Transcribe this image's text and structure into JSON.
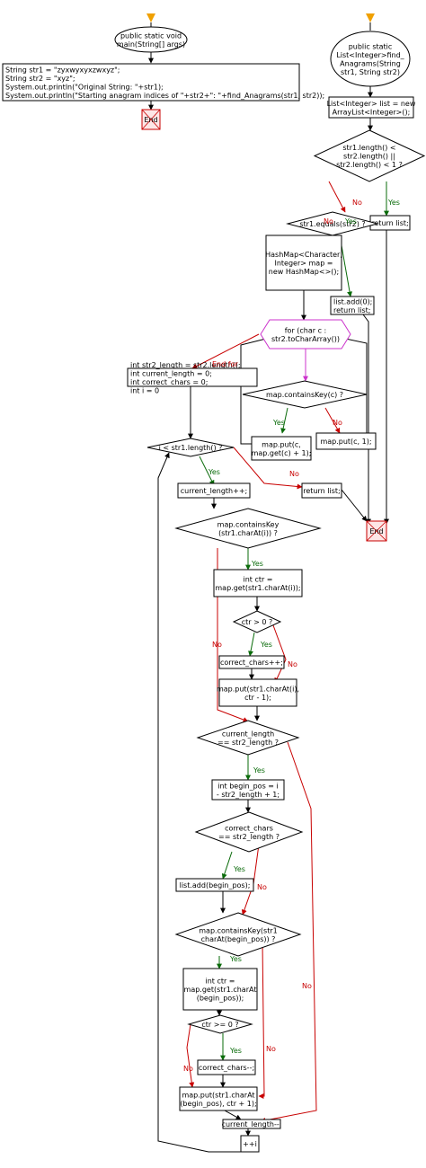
{
  "colors": {
    "start": "#f0a000",
    "yes": "#0a6b0a",
    "no": "#c80000",
    "end": "#c80000",
    "loop": "#cc33cc",
    "box": "#000000"
  },
  "nodes": [
    {
      "id": "main_start",
      "shape": "ellipse",
      "lines": [
        "public static void",
        "main(String[] args)"
      ]
    },
    {
      "id": "main_body",
      "shape": "rect",
      "align": "left",
      "lines": [
        "String str1 = \"zyxwyxyxzwxyz\";",
        "String str2 = \"xyz\";",
        "System.out.println(\"Original String: \"+str1);",
        "System.out.println(\"Starting anagram indices of \"+str2+\": \"+find_Anagrams(str1, str2));"
      ]
    },
    {
      "id": "main_end",
      "shape": "end",
      "lines": [
        "End"
      ]
    },
    {
      "id": "fa_start",
      "shape": "ellipse",
      "lines": [
        "public static",
        "List<Integer>find_",
        "Anagrams(String",
        "str1, String str2)"
      ]
    },
    {
      "id": "list_init",
      "shape": "rect",
      "lines": [
        "List<Integer> list = new",
        "ArrayList<Integer>();"
      ]
    },
    {
      "id": "cond_len",
      "shape": "diamond",
      "lines": [
        "str1.length() <",
        "str2.length() ||",
        "str2.length() < 1 ?"
      ]
    },
    {
      "id": "ret_list1",
      "shape": "rect",
      "lines": [
        "return list;"
      ]
    },
    {
      "id": "cond_eq",
      "shape": "diamond",
      "lines": [
        "str1.equals(str2) ?"
      ]
    },
    {
      "id": "hashmap",
      "shape": "rect",
      "lines": [
        "HashMap<Character,",
        "Integer> map =",
        "new HashMap<>();"
      ]
    },
    {
      "id": "list_add0",
      "shape": "rect",
      "align": "left",
      "lines": [
        "list.add(0);",
        "return list;"
      ]
    },
    {
      "id": "for_loop",
      "shape": "hexagon",
      "lines": [
        "for (char c :",
        "str2.toCharArray())"
      ]
    },
    {
      "id": "cond_contains",
      "shape": "diamond",
      "lines": [
        "map.containsKey(c) ?"
      ]
    },
    {
      "id": "put_inc",
      "shape": "rect",
      "lines": [
        "map.put(c,",
        "map.get(c) + 1);"
      ]
    },
    {
      "id": "put_one",
      "shape": "rect",
      "lines": [
        "map.put(c, 1);"
      ]
    },
    {
      "id": "init_vars",
      "shape": "rect",
      "align": "left",
      "lines": [
        "int str2_length = str2.length();",
        "int current_length = 0;",
        "int correct_chars = 0;",
        "int i = 0"
      ]
    },
    {
      "id": "cond_i",
      "shape": "diamond",
      "lines": [
        "i < str1.length() ?"
      ]
    },
    {
      "id": "ret_list2",
      "shape": "rect",
      "lines": [
        "return list;"
      ]
    },
    {
      "id": "fa_end",
      "shape": "end",
      "lines": [
        "End"
      ]
    },
    {
      "id": "cur_inc",
      "shape": "rect",
      "lines": [
        "current_length++;"
      ]
    },
    {
      "id": "cond_ck_i",
      "shape": "diamond",
      "lines": [
        "map.containsKey",
        "(str1.charAt(i)) ?"
      ]
    },
    {
      "id": "ctr_get",
      "shape": "rect",
      "lines": [
        "int ctr =",
        "map.get(str1.charAt(i));"
      ]
    },
    {
      "id": "cond_ctr_gt",
      "shape": "diamond",
      "lines": [
        "ctr > 0 ?"
      ]
    },
    {
      "id": "correct_inc",
      "shape": "rect",
      "lines": [
        "correct_chars++;"
      ]
    },
    {
      "id": "put_dec",
      "shape": "rect",
      "lines": [
        "map.put(str1.charAt(i),",
        "ctr - 1);"
      ]
    },
    {
      "id": "cond_curlen",
      "shape": "diamond",
      "lines": [
        "current_length",
        "== str2_length ?"
      ]
    },
    {
      "id": "begin_pos",
      "shape": "rect",
      "lines": [
        "int begin_pos = i",
        "- str2_length + 1;"
      ]
    },
    {
      "id": "cond_correct",
      "shape": "diamond",
      "lines": [
        "correct_chars",
        "== str2_length ?"
      ]
    },
    {
      "id": "list_add_bp",
      "shape": "rect",
      "lines": [
        "list.add(begin_pos);"
      ]
    },
    {
      "id": "cond_ck_bp",
      "shape": "diamond",
      "lines": [
        "map.containsKey(str1",
        "charAt(begin_pos)) ?"
      ]
    },
    {
      "id": "ctr_get_bp",
      "shape": "rect",
      "lines": [
        "int ctr =",
        "map.get(str1.charAt",
        "(begin_pos));"
      ]
    },
    {
      "id": "cond_ctr_ge",
      "shape": "diamond",
      "lines": [
        "ctr >= 0 ?"
      ]
    },
    {
      "id": "correct_dec",
      "shape": "rect",
      "lines": [
        "correct_chars--;"
      ]
    },
    {
      "id": "put_inc_bp",
      "shape": "rect",
      "lines": [
        "map.put(str1.charAt",
        "(begin_pos), ctr + 1);"
      ]
    },
    {
      "id": "cur_dec",
      "shape": "rect",
      "lines": [
        "current_length--;"
      ]
    },
    {
      "id": "i_inc",
      "shape": "rect",
      "lines": [
        "++i"
      ]
    }
  ],
  "edge_labels": [
    {
      "id": "lbl_no_len",
      "kind": "no",
      "text": "No"
    },
    {
      "id": "lbl_yes_len",
      "kind": "yes",
      "text": "Yes"
    },
    {
      "id": "lbl_no_eq",
      "kind": "no",
      "text": "No"
    },
    {
      "id": "lbl_yes_eq",
      "kind": "yes",
      "text": "Yes"
    },
    {
      "id": "lbl_endfor",
      "kind": "end",
      "text": "End for"
    },
    {
      "id": "lbl_yes_ck",
      "kind": "yes",
      "text": "Yes"
    },
    {
      "id": "lbl_no_ck",
      "kind": "no",
      "text": "No"
    },
    {
      "id": "lbl_yes_i",
      "kind": "yes",
      "text": "Yes"
    },
    {
      "id": "lbl_no_i",
      "kind": "no",
      "text": "No"
    },
    {
      "id": "lbl_yes_cki",
      "kind": "yes",
      "text": "Yes"
    },
    {
      "id": "lbl_no_cki",
      "kind": "no",
      "text": "No"
    },
    {
      "id": "lbl_yes_ctr",
      "kind": "yes",
      "text": "Yes"
    },
    {
      "id": "lbl_no_ctr",
      "kind": "no",
      "text": "No"
    },
    {
      "id": "lbl_yes_cur",
      "kind": "yes",
      "text": "Yes"
    },
    {
      "id": "lbl_no_cur",
      "kind": "no",
      "text": "No"
    },
    {
      "id": "lbl_yes_cor",
      "kind": "yes",
      "text": "Yes"
    },
    {
      "id": "lbl_no_cor",
      "kind": "no",
      "text": "No"
    },
    {
      "id": "lbl_yes_ckbp",
      "kind": "yes",
      "text": "Yes"
    },
    {
      "id": "lbl_no_ckbp",
      "kind": "no",
      "text": "No"
    },
    {
      "id": "lbl_yes_ge",
      "kind": "yes",
      "text": "Yes"
    },
    {
      "id": "lbl_no_ge",
      "kind": "no",
      "text": "No"
    }
  ]
}
